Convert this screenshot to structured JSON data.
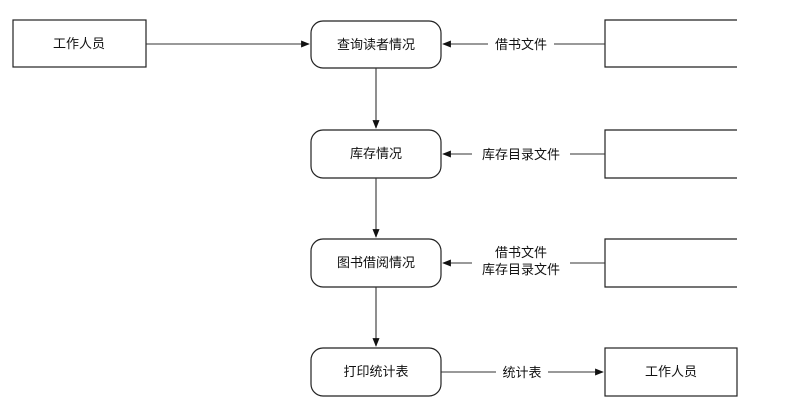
{
  "external_entities": {
    "source": "工作人员",
    "sink": "工作人员"
  },
  "processes": [
    {
      "id": "p1",
      "label": "查询读者情况"
    },
    {
      "id": "p2",
      "label": "库存情况"
    },
    {
      "id": "p3",
      "label": "图书借阅情况"
    },
    {
      "id": "p4",
      "label": "打印统计表"
    }
  ],
  "data_flows": {
    "borrow_file": "借书文件",
    "inventory_catalog_file": "库存目录文件",
    "p3_line1": "借书文件",
    "p3_line2": "库存目录文件",
    "stats_table": "统计表"
  }
}
